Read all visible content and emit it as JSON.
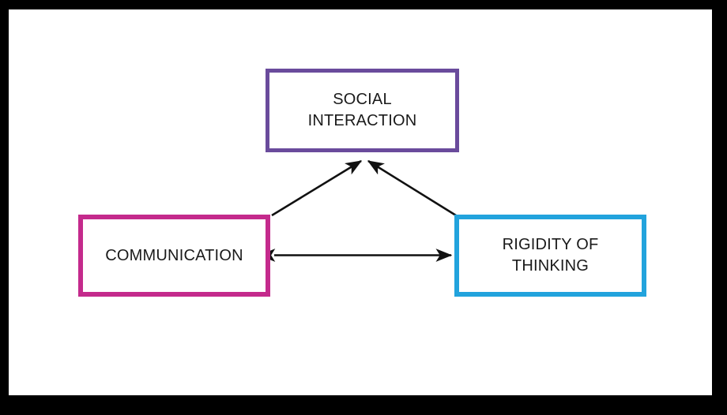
{
  "diagram": {
    "type": "triad-relationship-diagram",
    "frame_color": "#000000",
    "background_color": "#ffffff",
    "nodes": [
      {
        "id": "social-interaction",
        "label": "SOCIAL\nINTERACTION",
        "border_color": "#6a4b9c",
        "fill_color": "#ffffff",
        "text_color": "#1a1a1a",
        "position": "top-center"
      },
      {
        "id": "communication",
        "label": "COMMUNICATION",
        "border_color": "#c42a8c",
        "fill_color": "#ffffff",
        "text_color": "#1a1a1a",
        "position": "bottom-left"
      },
      {
        "id": "rigidity-of-thinking",
        "label": "RIGIDITY OF\nTHINKING",
        "border_color": "#22a3dd",
        "fill_color": "#ffffff",
        "text_color": "#1a1a1a",
        "position": "bottom-right"
      }
    ],
    "connectors": [
      {
        "id": "communication-to-social",
        "from": "communication",
        "to": "social-interaction",
        "style": "single-headed-arrow",
        "color": "#111111"
      },
      {
        "id": "rigidity-to-social",
        "from": "rigidity-of-thinking",
        "to": "social-interaction",
        "style": "single-headed-arrow",
        "color": "#111111"
      },
      {
        "id": "communication-rigidity",
        "from": "communication",
        "to": "rigidity-of-thinking",
        "style": "double-headed-arrow",
        "color": "#111111"
      }
    ]
  }
}
